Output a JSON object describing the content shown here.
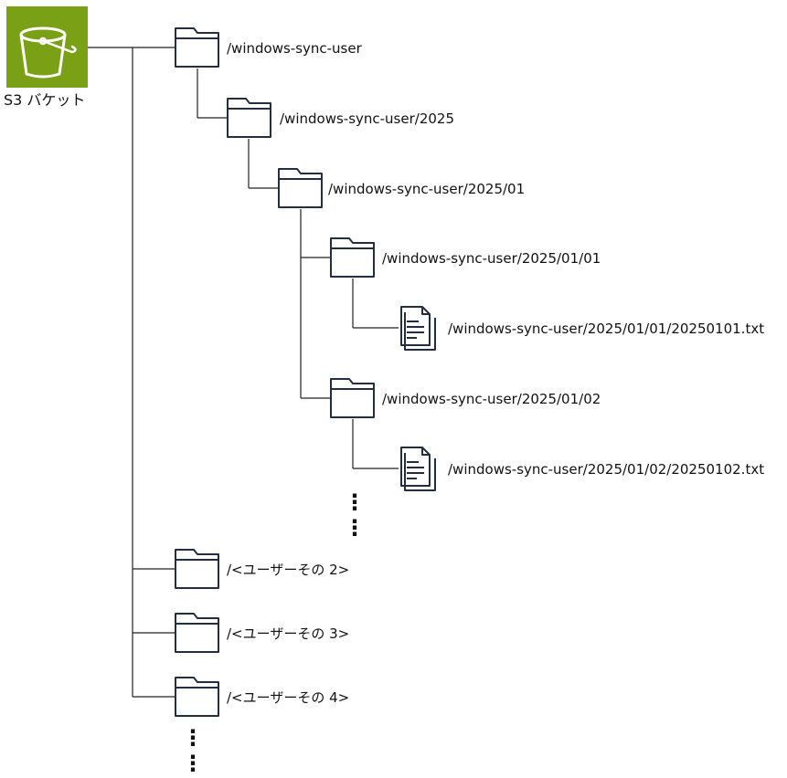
{
  "bucket": {
    "label": "S3 バケット",
    "icon": "s3-bucket-icon",
    "color": "#7aa116"
  },
  "tree": {
    "root": "/windows-sync-user",
    "year": "/windows-sync-user/2025",
    "month": "/windows-sync-user/2025/01",
    "day1": "/windows-sync-user/2025/01/01",
    "file1": "/windows-sync-user/2025/01/01/20250101.txt",
    "day2": "/windows-sync-user/2025/01/02",
    "file2": "/windows-sync-user/2025/01/02/20250102.txt",
    "user2": "/<ユーザーその 2>",
    "user3": "/<ユーザーその 3>",
    "user4": "/<ユーザーその 4>",
    "ellipsis_inner": "⋮",
    "ellipsis_outer": "⋮"
  },
  "icons": {
    "folder": "folder-icon",
    "file": "document-icon"
  }
}
